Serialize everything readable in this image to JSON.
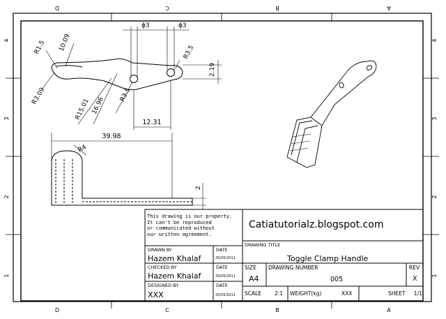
{
  "zones": {
    "top": [
      "D",
      "C",
      "B",
      "A"
    ],
    "bottom": [
      "D",
      "C",
      "B",
      "A"
    ],
    "left": [
      "4",
      "3",
      "2",
      "1"
    ],
    "right": [
      "4",
      "3",
      "2",
      "1"
    ]
  },
  "dimensions": {
    "r1_5": "R1.5",
    "d10_09": "10.09",
    "r3_09": "R3.09",
    "r15_01": "R15.01",
    "d16_96": "16.96",
    "r3_5_lower": "R3.5",
    "phi3_left": "ϕ3",
    "phi3_right": "ϕ3",
    "r3_5_upper": "R3.5",
    "d2_19": "2.19",
    "d12_31": "12.31",
    "d39_98": "39.98",
    "r4": "R4",
    "d2": "2"
  },
  "title_block": {
    "notice": "This drawing is our property.\nIt can't be reproduced\nor communicated without\nour written agreement.",
    "website": "Catiatutorialz.blogspot.com",
    "drawn_by_label": "DRAWN BY",
    "drawn_by_value": "Hazem Khalaf",
    "date_label_1": "DATE",
    "date_value_1": "25/05/2011",
    "checked_by_label": "CHECKED BY",
    "checked_by_value": "Hazem Khalaf",
    "date_label_2": "DATE",
    "date_value_2": "25/05/2011",
    "designed_by_label": "DESIGNED BY",
    "designed_by_value": "XXX",
    "date_label_3": "DATE",
    "date_value_3": "25/05/2011",
    "drawing_title_label": "DRAWING TITLE",
    "drawing_title_value": "Toggle Clamp Handle",
    "size_label": "SIZE",
    "size_value": "A4",
    "drawing_number_label": "DRAWING NUMBER",
    "drawing_number_value": "005",
    "rev_label": "REV",
    "rev_value": "X",
    "scale_label": "SCALE",
    "scale_value": "2:1",
    "weight_label": "WEIGHT(kg)",
    "weight_value": "XXX",
    "sheet_label": "SHEET",
    "sheet_value": "1/1"
  }
}
